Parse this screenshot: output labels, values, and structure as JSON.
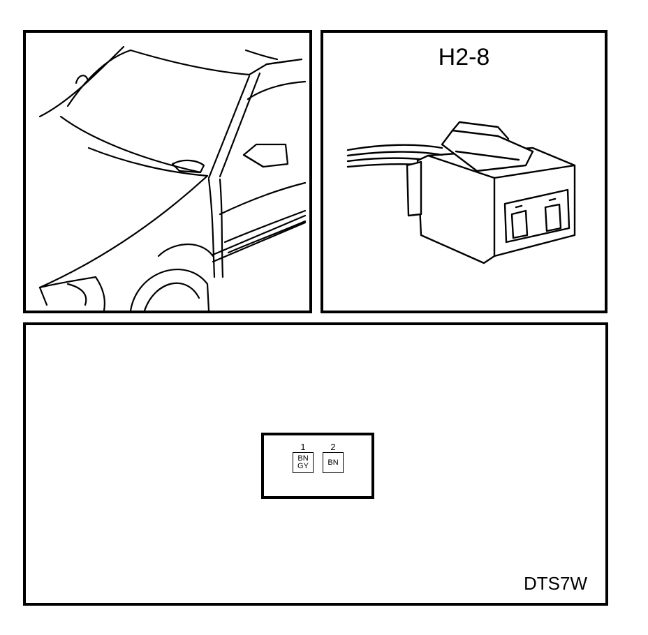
{
  "connector": {
    "id": "H2-8",
    "pins": [
      {
        "number": "1",
        "colors": [
          "BN",
          "GY"
        ]
      },
      {
        "number": "2",
        "colors": [
          "BN"
        ]
      }
    ]
  },
  "figure_code": "DTS7W"
}
